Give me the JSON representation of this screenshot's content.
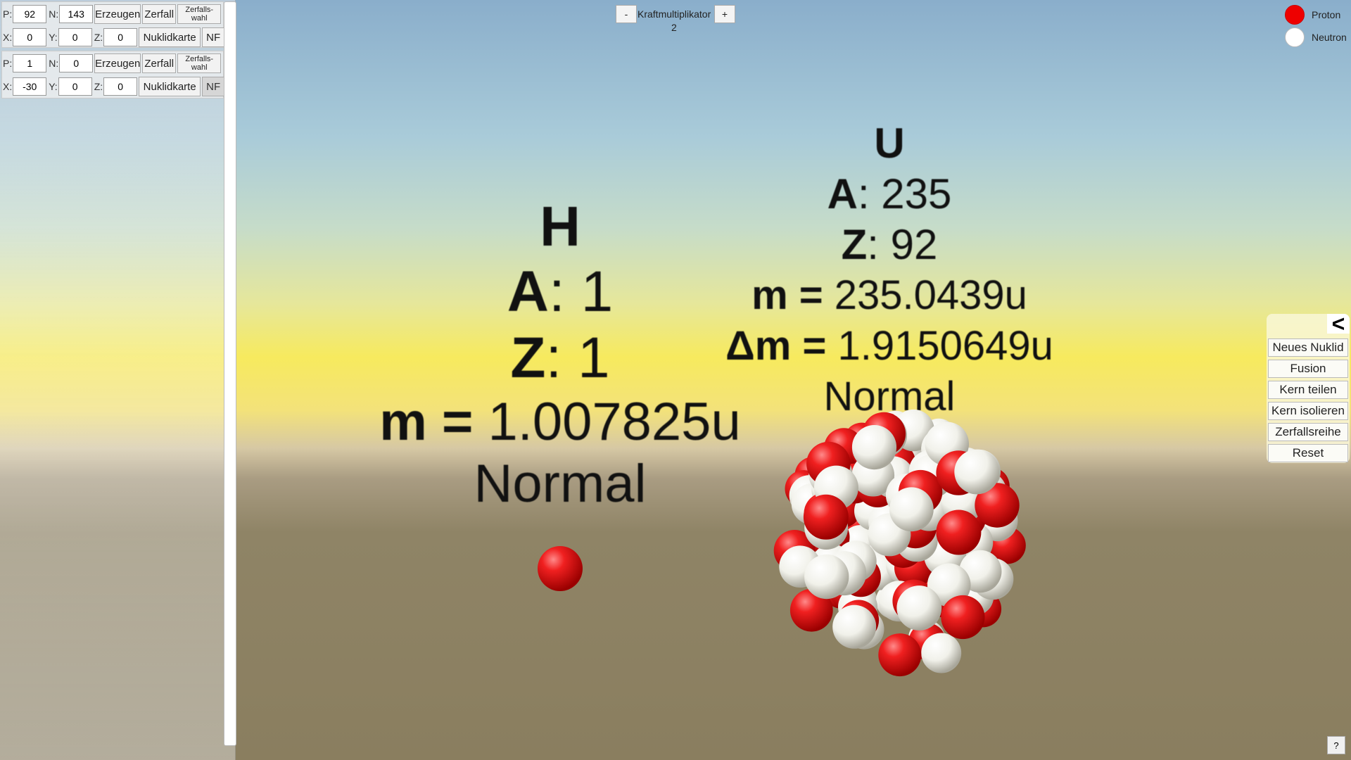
{
  "panel": {
    "nuclides": [
      {
        "p_label": "P:",
        "p_value": "92",
        "n_label": "N:",
        "n_value": "143",
        "create": "Erzeugen",
        "decay": "Zerfall",
        "decay_choice": "Zerfalls-\nwahl",
        "x_label": "X:",
        "x_value": "0",
        "y_label": "Y:",
        "y_value": "0",
        "z_label": "Z:",
        "z_value": "0",
        "chart": "Nuklidkarte",
        "nf": "NF"
      },
      {
        "p_label": "P:",
        "p_value": "1",
        "n_label": "N:",
        "n_value": "0",
        "create": "Erzeugen",
        "decay": "Zerfall",
        "decay_choice": "Zerfalls-\nwahl",
        "x_label": "X:",
        "x_value": "-30",
        "y_label": "Y:",
        "y_value": "0",
        "z_label": "Z:",
        "z_value": "0",
        "chart": "Nuklidkarte",
        "nf": "NF"
      }
    ]
  },
  "force": {
    "minus": "-",
    "plus": "+",
    "label": "Kraftmultiplikator",
    "value": "2"
  },
  "legend": {
    "proton": {
      "label": "Proton",
      "color": "#ee0000"
    },
    "neutron": {
      "label": "Neutron",
      "color": "#ffffff"
    }
  },
  "menu": {
    "collapse": "<",
    "items": [
      "Neues Nuklid",
      "Fusion",
      "Kern teilen",
      "Kern isolieren",
      "Zerfallsreihe",
      "Reset"
    ]
  },
  "help": "?",
  "scene": {
    "hydrogen": {
      "symbol": "H",
      "a_label": "A",
      "a_value": ": 1",
      "z_label": "Z",
      "z_value": ": 1",
      "m_label": "m =",
      "m_value": " 1.007825u",
      "state": "Normal"
    },
    "uranium": {
      "symbol": "U",
      "a_label": "A",
      "a_value": ": 235",
      "z_label": "Z",
      "z_value": ": 92",
      "m_label": "m =",
      "m_value": " 235.0439u",
      "dm_label": "Δm =",
      "dm_value": " 1.9150649u",
      "state": "Normal"
    }
  }
}
